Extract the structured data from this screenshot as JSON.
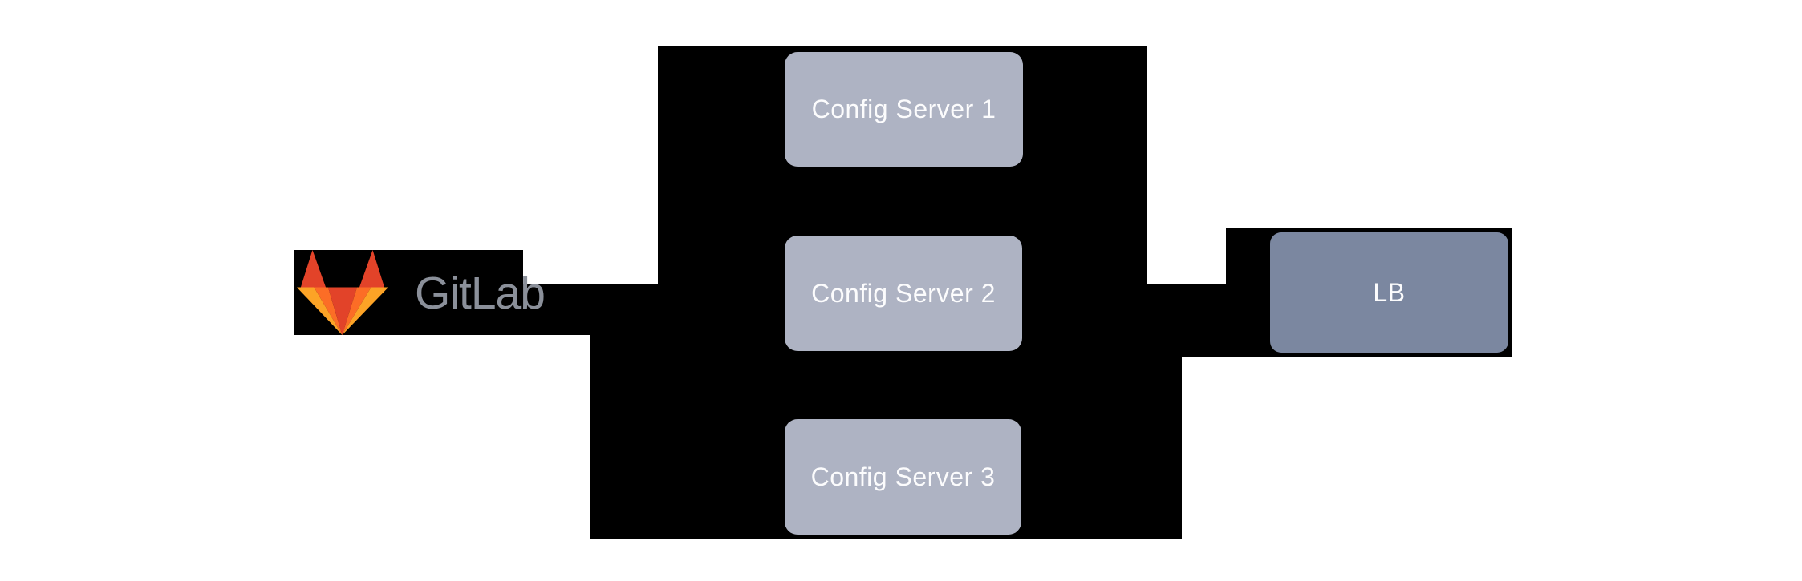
{
  "diagram": {
    "description": "GitLab connected to three config servers behind a load balancer",
    "background_color": "#ffffff",
    "connector_color": "#000000",
    "gitlab": {
      "label": "GitLab",
      "wordmark_color": "#8b909a",
      "logo_colors": {
        "red": "#e24329",
        "orange": "#fc6d26",
        "amber": "#fca326"
      }
    },
    "nodes": [
      {
        "label": "Config Server 1",
        "fill": "#aeb3c3",
        "text_color": "#fcfcfd"
      },
      {
        "label": "Config Server 2",
        "fill": "#aeb3c3",
        "text_color": "#fcfcfd"
      },
      {
        "label": "Config Server 3",
        "fill": "#aeb3c3",
        "text_color": "#fcfcfd"
      },
      {
        "label": "LB",
        "fill": "#7b87a0",
        "text_color": "#fcfcfd"
      }
    ]
  }
}
